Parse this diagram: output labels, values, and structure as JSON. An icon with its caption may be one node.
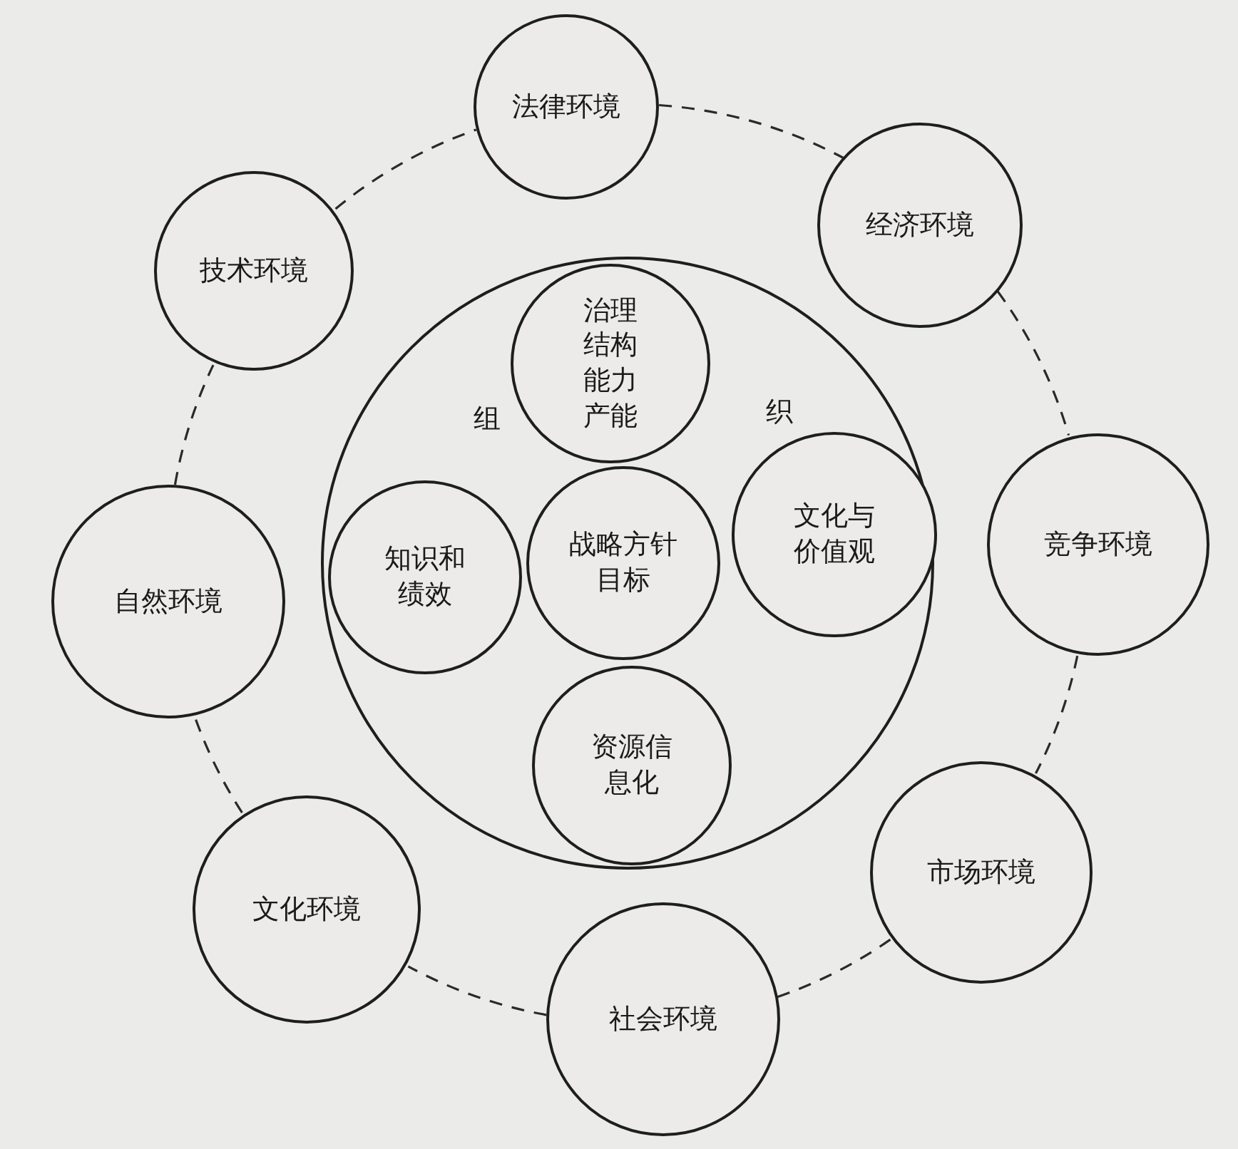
{
  "diagram": {
    "nodes": [
      {
        "text": [
          "法律环境"
        ]
      },
      {
        "text": [
          "技术环境"
        ]
      },
      {
        "text": [
          "经济环境"
        ]
      },
      {
        "text": [
          "组",
          "织"
        ]
      },
      {
        "text": [
          "治理结构",
          "能力产能"
        ],
        "in": 3
      },
      {
        "text": [
          "知识和绩效"
        ],
        "in": 3
      },
      {
        "text": [
          "战略方针目标"
        ],
        "in": 3
      },
      {
        "text": [
          "文化与价值观"
        ],
        "in": 3
      },
      {
        "text": [
          "资源信息化"
        ],
        "in": 3
      },
      {
        "text": [
          "自然环境"
        ]
      },
      {
        "text": [
          "竞争环境"
        ]
      },
      {
        "text": [
          "市场环境"
        ]
      },
      {
        "text": [
          "文化环境"
        ]
      },
      {
        "text": [
          "社会环境"
        ]
      }
    ],
    "edges": [
      {
        "from": 0,
        "to": 2,
        "arrow": "none",
        "style": "dashed"
      },
      {
        "from": 2,
        "to": 10,
        "arrow": "none",
        "style": "dashed"
      },
      {
        "from": 10,
        "to": 11,
        "arrow": "none",
        "style": "dashed"
      },
      {
        "from": 11,
        "to": 13,
        "arrow": "none",
        "style": "dashed"
      },
      {
        "from": 13,
        "to": 12,
        "arrow": "none",
        "style": "dashed"
      },
      {
        "from": 12,
        "to": 9,
        "arrow": "none",
        "style": "dashed"
      },
      {
        "from": 9,
        "to": 1,
        "arrow": "none",
        "style": "dashed"
      },
      {
        "from": 1,
        "to": 0,
        "arrow": "none",
        "style": "dashed"
      }
    ]
  }
}
